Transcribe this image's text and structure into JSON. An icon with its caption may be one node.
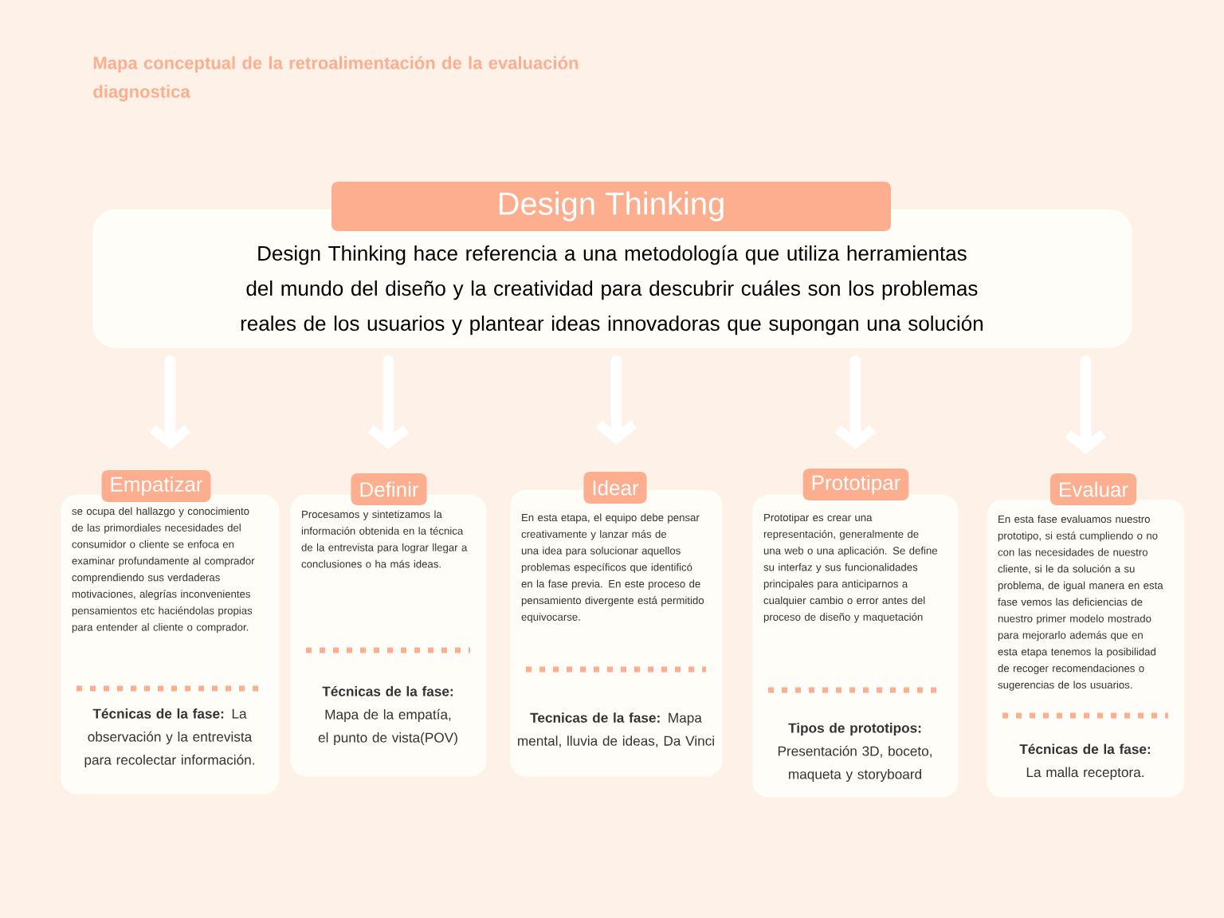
{
  "diagram": {
    "title": "Mapa conceptual de la retroalimentación de la evaluación diagnostica",
    "nodes": [
      {
        "text": [
          "Design Thinking",
          "Design Thinking hace referencia a una metodología que utiliza herramientas del mundo del diseño y la creatividad para descubrir cuáles son los problemas reales de los usuarios y plantear ideas innovadoras que supongan una solución"
        ]
      },
      {
        "text": [
          "Empatizar",
          "se ocupa del hallazgo y conocimiento de las primordiales necesidades del consumidor o cliente se enfoca en examinar profundamente al comprador comprendiendo sus verdaderas motivaciones, alegrías inconvenientes pensamientos etc haciéndolas propias para entender al cliente o comprador.",
          "**Técnicas de la fase:** La observación y la entrevista para recolectar información."
        ]
      },
      {
        "text": [
          "Definir",
          "Procesamos y sintetizamos la información obtenida en la técnica de la entrevista para lograr llegar a conclusiones o ha más ideas.",
          "**Técnicas de la fase:** Mapa de la empatía, el punto de vista(POV)"
        ]
      },
      {
        "text": [
          "Idear",
          "En esta etapa, el equipo debe pensar creativamente y lanzar más de una idea para solucionar aquellos problemas específicos que identificó en la fase previa. En este proceso de pensamiento divergente está permitido equivocarse.",
          "**Tecnicas de la fase:** Mapa mental, lluvia de ideas, Da Vinci"
        ]
      },
      {
        "text": [
          "Prototipar",
          "Prototipar es crear una representación, generalmente de una web o una aplicación. Se define su interfaz y sus funcionalidades principales para anticiparnos a cualquier cambio o error antes del proceso de diseño y maquetación",
          "**Tipos de prototipos:** Presentación 3D, boceto, maqueta y storyboard"
        ]
      },
      {
        "text": [
          "Evaluar",
          "En esta fase evaluamos nuestro prototipo, si está cumpliendo o no con las necesidades de nuestro cliente, si le da solución a su problema, de igual manera en esta fase vemos las deficiencias de nuestro primer modelo mostrado para mejorarlo además que en esta etapa tenemos la posibilidad de recoger recomendaciones o sugerencias de los usuarios.",
          "**Técnicas de la fase:** La malla receptora."
        ]
      }
    ],
    "edges": [
      {
        "from": 0,
        "to": 1,
        "arrow": "to"
      },
      {
        "from": 0,
        "to": 2,
        "arrow": "to"
      },
      {
        "from": 0,
        "to": 3,
        "arrow": "to"
      },
      {
        "from": 0,
        "to": 4,
        "arrow": "to"
      },
      {
        "from": 0,
        "to": 5,
        "arrow": "to"
      }
    ]
  }
}
